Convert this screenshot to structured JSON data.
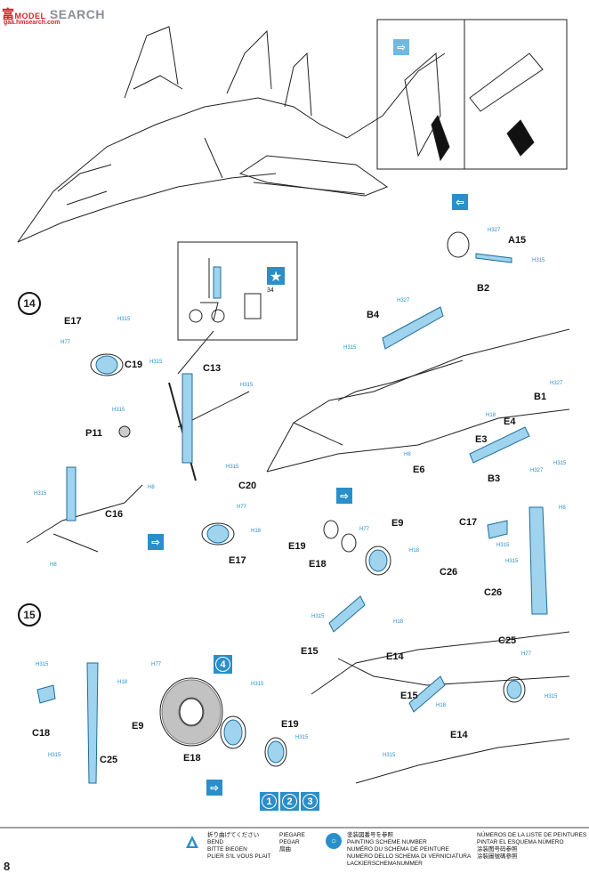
{
  "watermark": {
    "prefix": "富",
    "brand": "MODEL",
    "suffix": "SEARCH",
    "url": "gaa.hmsearch.com"
  },
  "steps": {
    "s14": "14",
    "s15": "15"
  },
  "colors": {
    "accent": "#2a8fc9",
    "ink": "#111111"
  },
  "parts": {
    "A15": "A15",
    "B2": "B2",
    "B4": "B4",
    "B1": "B1",
    "E4": "E4",
    "E3": "E3",
    "E6": "E6",
    "B3": "B3",
    "E17a": "E17",
    "C19": "C19",
    "C13": "C13",
    "P11": "P11",
    "C16": "C16",
    "C20": "C20",
    "E17b": "E17",
    "E19a": "E19",
    "E18a": "E18",
    "E9a": "E9",
    "C17": "C17",
    "C26a": "C26",
    "C26b": "C26",
    "E15a": "E15",
    "E14a": "E14",
    "C25a": "C25",
    "E15b": "E15",
    "E14b": "E14",
    "C18": "C18",
    "C25b": "C25",
    "E9b": "E9",
    "E18b": "E18",
    "E19b": "E19"
  },
  "paint_codes": {
    "h315": "H315",
    "h77": "H77",
    "h8": "H8",
    "h327": "H327",
    "h18": "H18"
  },
  "callout_number": "34",
  "paint_numbers": {
    "four": "4",
    "one": "1",
    "two": "2",
    "three": "3"
  },
  "legend": {
    "bend": [
      "折り曲げてください",
      "BEND",
      "BITTE BIEGEN",
      "PLIER S'IL VOUS PLAIT"
    ],
    "bend2": [
      "PIEGARE",
      "PEGAR",
      "扇曲"
    ],
    "paint_scheme": [
      "塗装図番号を参照",
      "PAINTING SCHEME NUMBER",
      "NUMÉRO DU SCHÉMA DE PEINTURE",
      "NUMERO DELLO SCHEMA DI VERNICIATURA",
      "LACKIERSCHEMANUMMER"
    ],
    "paint_scheme2": [
      "NÚMEROS DE LA LISTE DE PEINTURES",
      "PINTAR EL ESQUEMA NÚMERO",
      "涂装图号码参照",
      "涂裝圖號碼參照"
    ]
  },
  "page_number": "8"
}
